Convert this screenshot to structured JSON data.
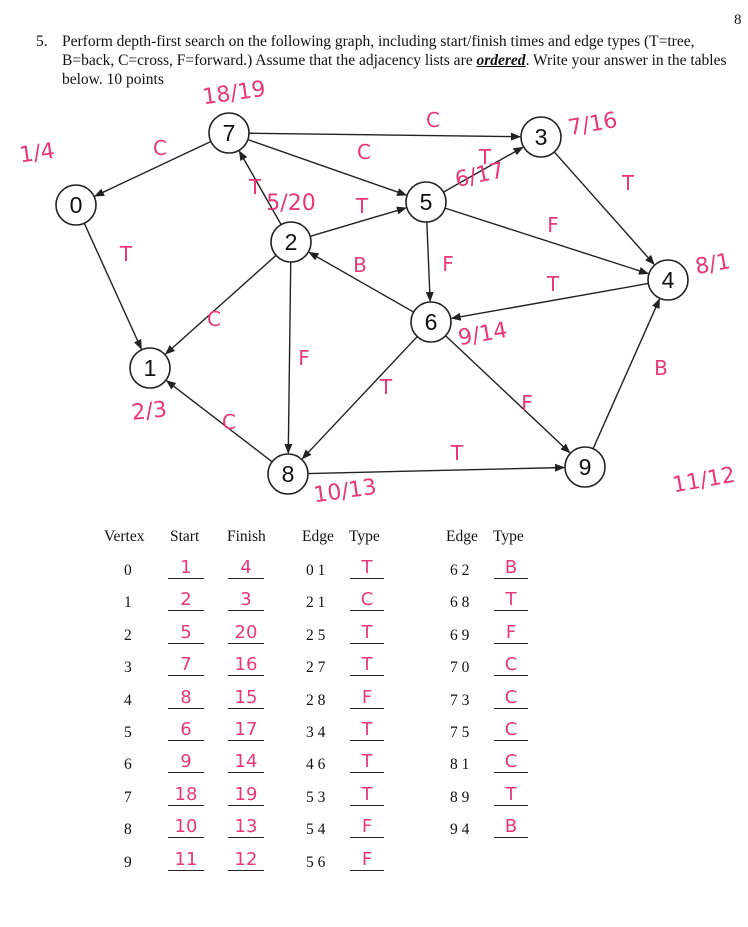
{
  "page_number": "8",
  "question": {
    "number": "5.",
    "text_before": "Perform depth-first search on the following graph, including start/finish times and edge types (T=tree, B=back, C=cross, F=forward.) Assume that the adjacency lists are ",
    "emphasis": "ordered",
    "text_after": ". Write your answer in the tables below. 10 points"
  },
  "graph": {
    "nodes": [
      "0",
      "1",
      "2",
      "3",
      "4",
      "5",
      "6",
      "7",
      "8",
      "9"
    ],
    "edges": [
      {
        "from": "0",
        "to": "1",
        "label": "T"
      },
      {
        "from": "2",
        "to": "1",
        "label": "C"
      },
      {
        "from": "2",
        "to": "5",
        "label": "T"
      },
      {
        "from": "2",
        "to": "7",
        "label": "T"
      },
      {
        "from": "2",
        "to": "8",
        "label": "F"
      },
      {
        "from": "3",
        "to": "4",
        "label": "T"
      },
      {
        "from": "4",
        "to": "6",
        "label": "T"
      },
      {
        "from": "5",
        "to": "3",
        "label": "T"
      },
      {
        "from": "5",
        "to": "4",
        "label": "F"
      },
      {
        "from": "5",
        "to": "6",
        "label": "F"
      },
      {
        "from": "6",
        "to": "2",
        "label": "B"
      },
      {
        "from": "6",
        "to": "8",
        "label": "T"
      },
      {
        "from": "6",
        "to": "9",
        "label": "F"
      },
      {
        "from": "7",
        "to": "0",
        "label": "C"
      },
      {
        "from": "7",
        "to": "3",
        "label": "C"
      },
      {
        "from": "7",
        "to": "5",
        "label": "C"
      },
      {
        "from": "8",
        "to": "1",
        "label": "C"
      },
      {
        "from": "8",
        "to": "9",
        "label": "T"
      },
      {
        "from": "9",
        "to": "4",
        "label": "B"
      }
    ],
    "time_annotations": {
      "0": "1/4",
      "1": "2/3",
      "2": "5/20",
      "3": "7/16",
      "4": "8/1",
      "5": "6/17",
      "6": "9/14",
      "7": "18/19",
      "8": "10/13",
      "9": "11/12"
    }
  },
  "vertex_table": {
    "headers": {
      "vertex": "Vertex",
      "start": "Start",
      "finish": "Finish"
    },
    "rows": [
      {
        "vertex": "0",
        "start": "1",
        "finish": "4"
      },
      {
        "vertex": "1",
        "start": "2",
        "finish": "3"
      },
      {
        "vertex": "2",
        "start": "5",
        "finish": "20"
      },
      {
        "vertex": "3",
        "start": "7",
        "finish": "16"
      },
      {
        "vertex": "4",
        "start": "8",
        "finish": "15"
      },
      {
        "vertex": "5",
        "start": "6",
        "finish": "17"
      },
      {
        "vertex": "6",
        "start": "9",
        "finish": "14"
      },
      {
        "vertex": "7",
        "start": "18",
        "finish": "19"
      },
      {
        "vertex": "8",
        "start": "10",
        "finish": "13"
      },
      {
        "vertex": "9",
        "start": "11",
        "finish": "12"
      }
    ]
  },
  "edge_table_1": {
    "headers": {
      "edge": "Edge",
      "type": "Type"
    },
    "rows": [
      {
        "edge": "0 1",
        "type": "T"
      },
      {
        "edge": "2 1",
        "type": "C"
      },
      {
        "edge": "2 5",
        "type": "T"
      },
      {
        "edge": "2 7",
        "type": "T"
      },
      {
        "edge": "2 8",
        "type": "F"
      },
      {
        "edge": "3 4",
        "type": "T"
      },
      {
        "edge": "4 6",
        "type": "T"
      },
      {
        "edge": "5 3",
        "type": "T"
      },
      {
        "edge": "5 4",
        "type": "F"
      },
      {
        "edge": "5 6",
        "type": "F"
      }
    ]
  },
  "edge_table_2": {
    "headers": {
      "edge": "Edge",
      "type": "Type"
    },
    "rows": [
      {
        "edge": "6 2",
        "type": "B"
      },
      {
        "edge": "6 8",
        "type": "T"
      },
      {
        "edge": "6 9",
        "type": "F"
      },
      {
        "edge": "7 0",
        "type": "C"
      },
      {
        "edge": "7 3",
        "type": "C"
      },
      {
        "edge": "7 5",
        "type": "C"
      },
      {
        "edge": "8 1",
        "type": "C"
      },
      {
        "edge": "8 9",
        "type": "T"
      },
      {
        "edge": "9 4",
        "type": "B"
      }
    ]
  },
  "colors": {
    "ink": "#111111",
    "handwriting": "#e8387a"
  }
}
